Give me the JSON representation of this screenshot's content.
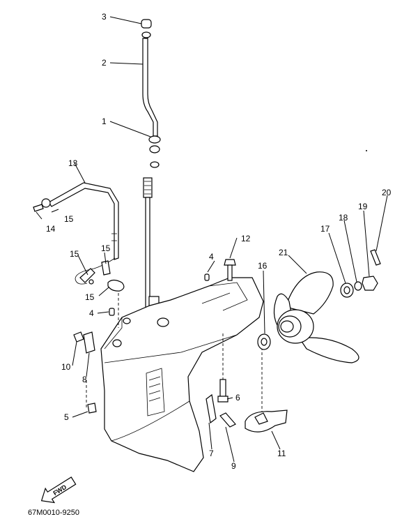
{
  "diagram": {
    "callouts": [
      {
        "label": "1"
      },
      {
        "label": "2"
      },
      {
        "label": "3"
      },
      {
        "label": "4"
      },
      {
        "label": "4"
      },
      {
        "label": "5"
      },
      {
        "label": "6"
      },
      {
        "label": "7"
      },
      {
        "label": "8"
      },
      {
        "label": "9"
      },
      {
        "label": "10"
      },
      {
        "label": "11"
      },
      {
        "label": "12"
      },
      {
        "label": "13"
      },
      {
        "label": "14"
      },
      {
        "label": "15"
      },
      {
        "label": "15"
      },
      {
        "label": "15"
      },
      {
        "label": "15"
      },
      {
        "label": "16"
      },
      {
        "label": "17"
      },
      {
        "label": "18"
      },
      {
        "label": "19"
      },
      {
        "label": "20"
      },
      {
        "label": "21"
      }
    ],
    "fwd_label": "FWD",
    "drawing_code": "67M0010-9250"
  }
}
